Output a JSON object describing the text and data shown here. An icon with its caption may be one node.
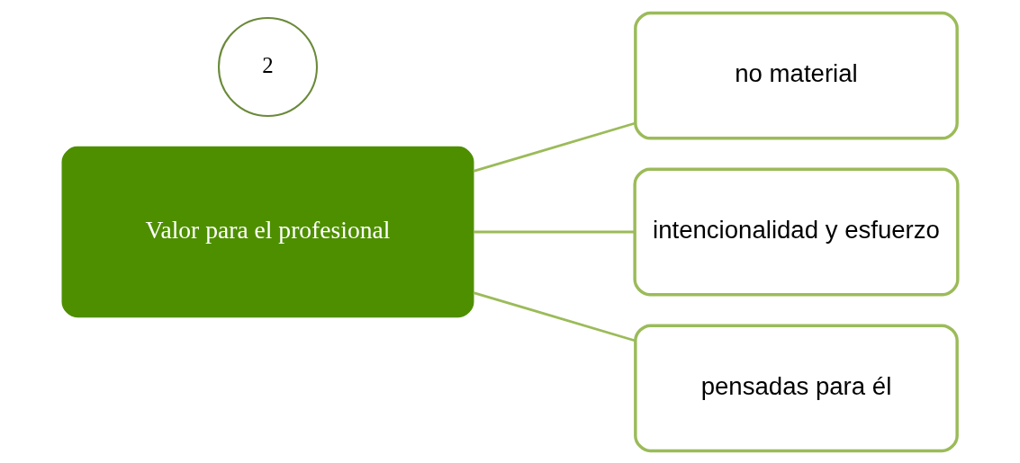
{
  "diagram": {
    "nodes": [
      {
        "text": [
          "2"
        ]
      },
      {
        "text": [
          "Valor para el profesional"
        ]
      },
      {
        "text": [
          "no material"
        ]
      },
      {
        "text": [
          "intencionalidad y esfuerzo"
        ]
      },
      {
        "text": [
          "pensadas para él"
        ]
      }
    ],
    "edges": [
      {
        "from": 1,
        "to": 2,
        "arrow": "none"
      },
      {
        "from": 1,
        "to": 3,
        "arrow": "none"
      },
      {
        "from": 1,
        "to": 4,
        "arrow": "none"
      }
    ]
  }
}
